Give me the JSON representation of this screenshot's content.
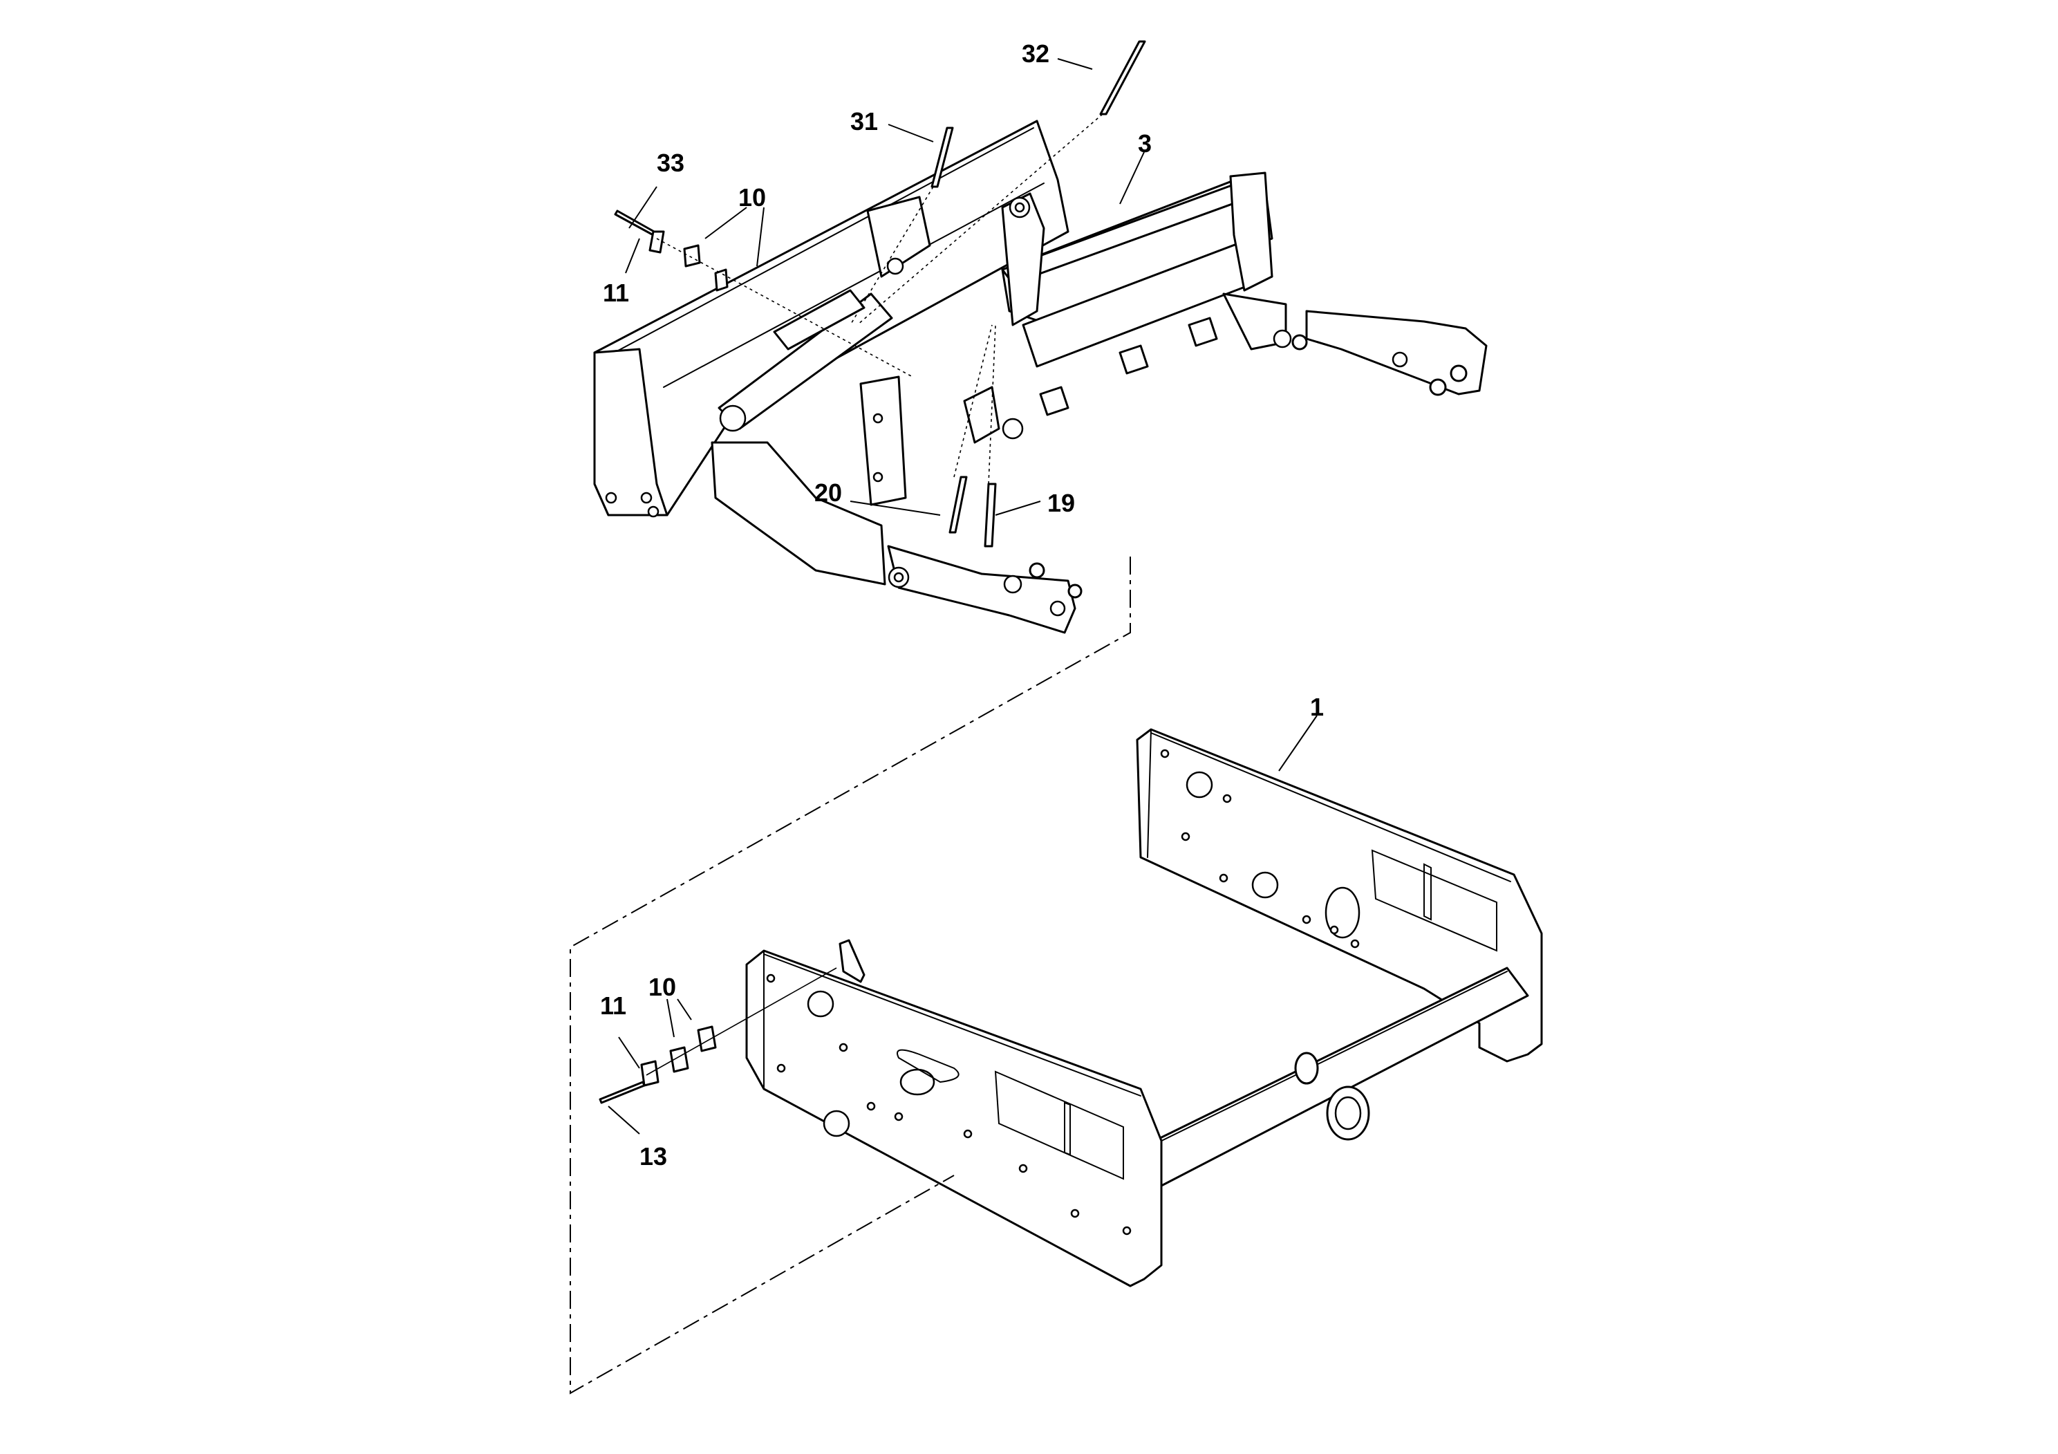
{
  "diagram": {
    "callouts": [
      {
        "id": "32",
        "label": "32"
      },
      {
        "id": "31",
        "label": "31"
      },
      {
        "id": "3",
        "label": "3"
      },
      {
        "id": "33",
        "label": "33"
      },
      {
        "id": "10a",
        "label": "10"
      },
      {
        "id": "11a",
        "label": "11"
      },
      {
        "id": "20",
        "label": "20"
      },
      {
        "id": "19",
        "label": "19"
      },
      {
        "id": "1",
        "label": "1"
      },
      {
        "id": "10b",
        "label": "10"
      },
      {
        "id": "11b",
        "label": "11"
      },
      {
        "id": "13",
        "label": "13"
      }
    ]
  }
}
